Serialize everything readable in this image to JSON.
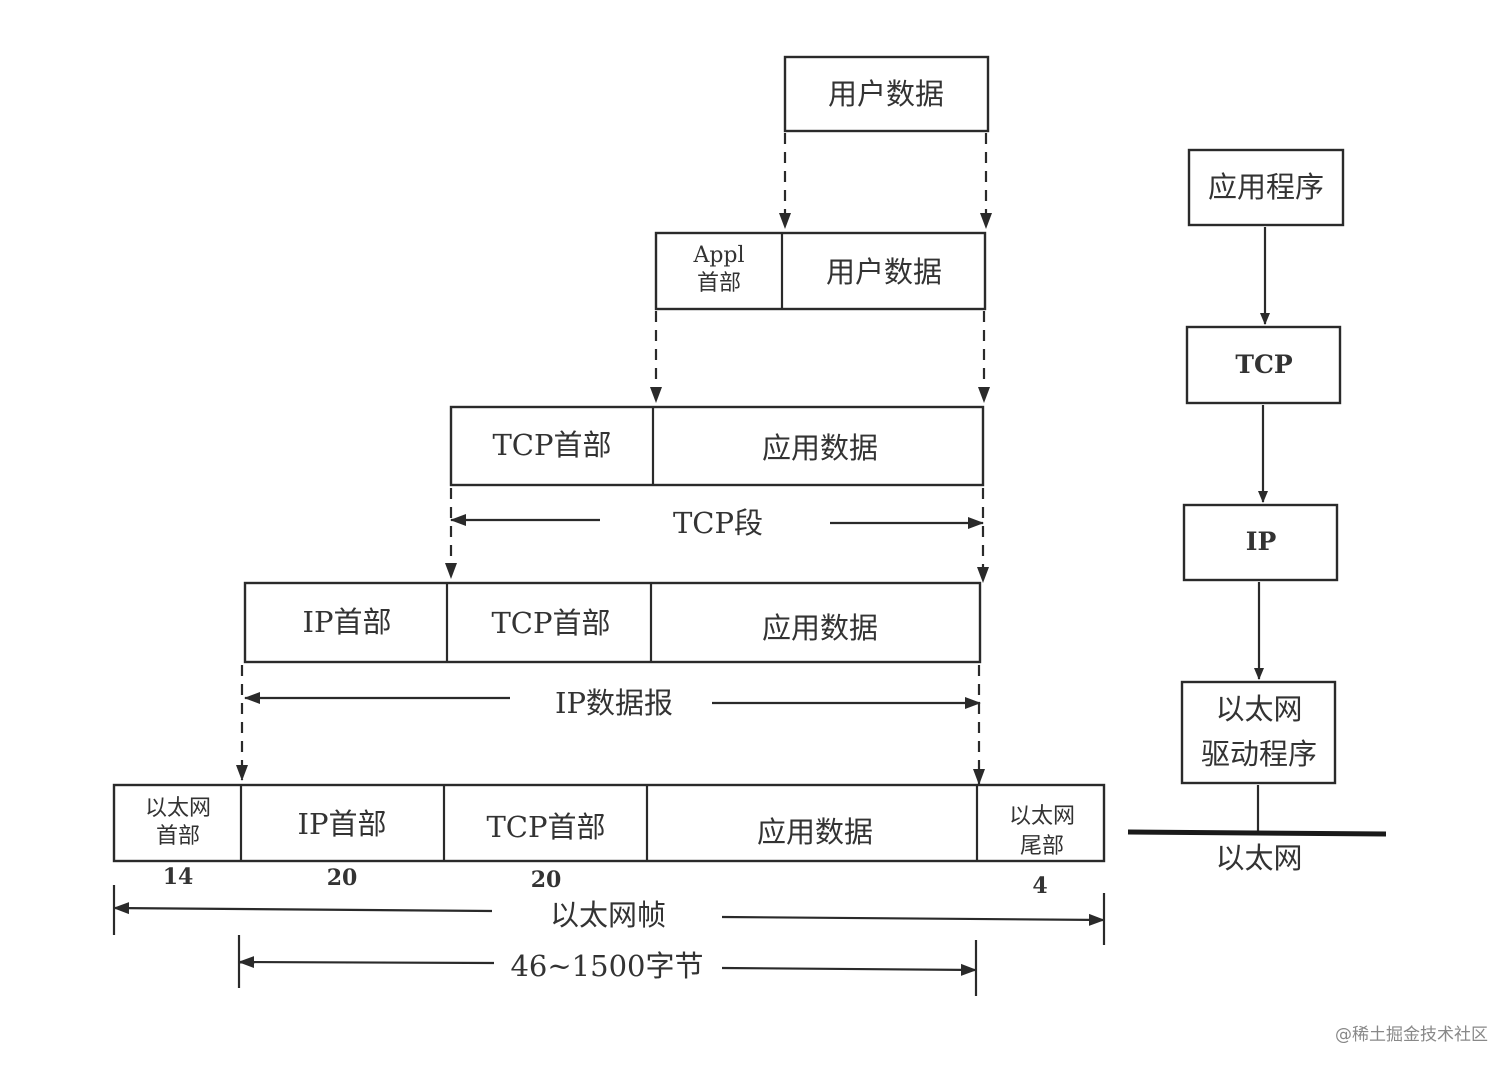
{
  "encapsulation": {
    "user_data": "用户数据",
    "appl_header_line1": "Appl",
    "appl_header_line2": "首部",
    "tcp_header": "TCP首部",
    "app_data": "应用数据",
    "tcp_segment": "TCP段",
    "ip_header": "IP首部",
    "ip_datagram": "IP数据报",
    "eth_header_line1": "以太网",
    "eth_header_line2": "首部",
    "eth_trailer_line1": "以太网",
    "eth_trailer_line2": "尾部",
    "size_eth_header": "14",
    "size_ip_header": "20",
    "size_tcp_header": "20",
    "size_eth_trailer": "4",
    "eth_frame": "以太网帧",
    "payload_range": "46~1500字节"
  },
  "stack": {
    "application": "应用程序",
    "tcp": "TCP",
    "ip": "IP",
    "driver_line1": "以太网",
    "driver_line2": "驱动程序",
    "ethernet": "以太网"
  },
  "watermark": "@稀土掘金技术社区"
}
